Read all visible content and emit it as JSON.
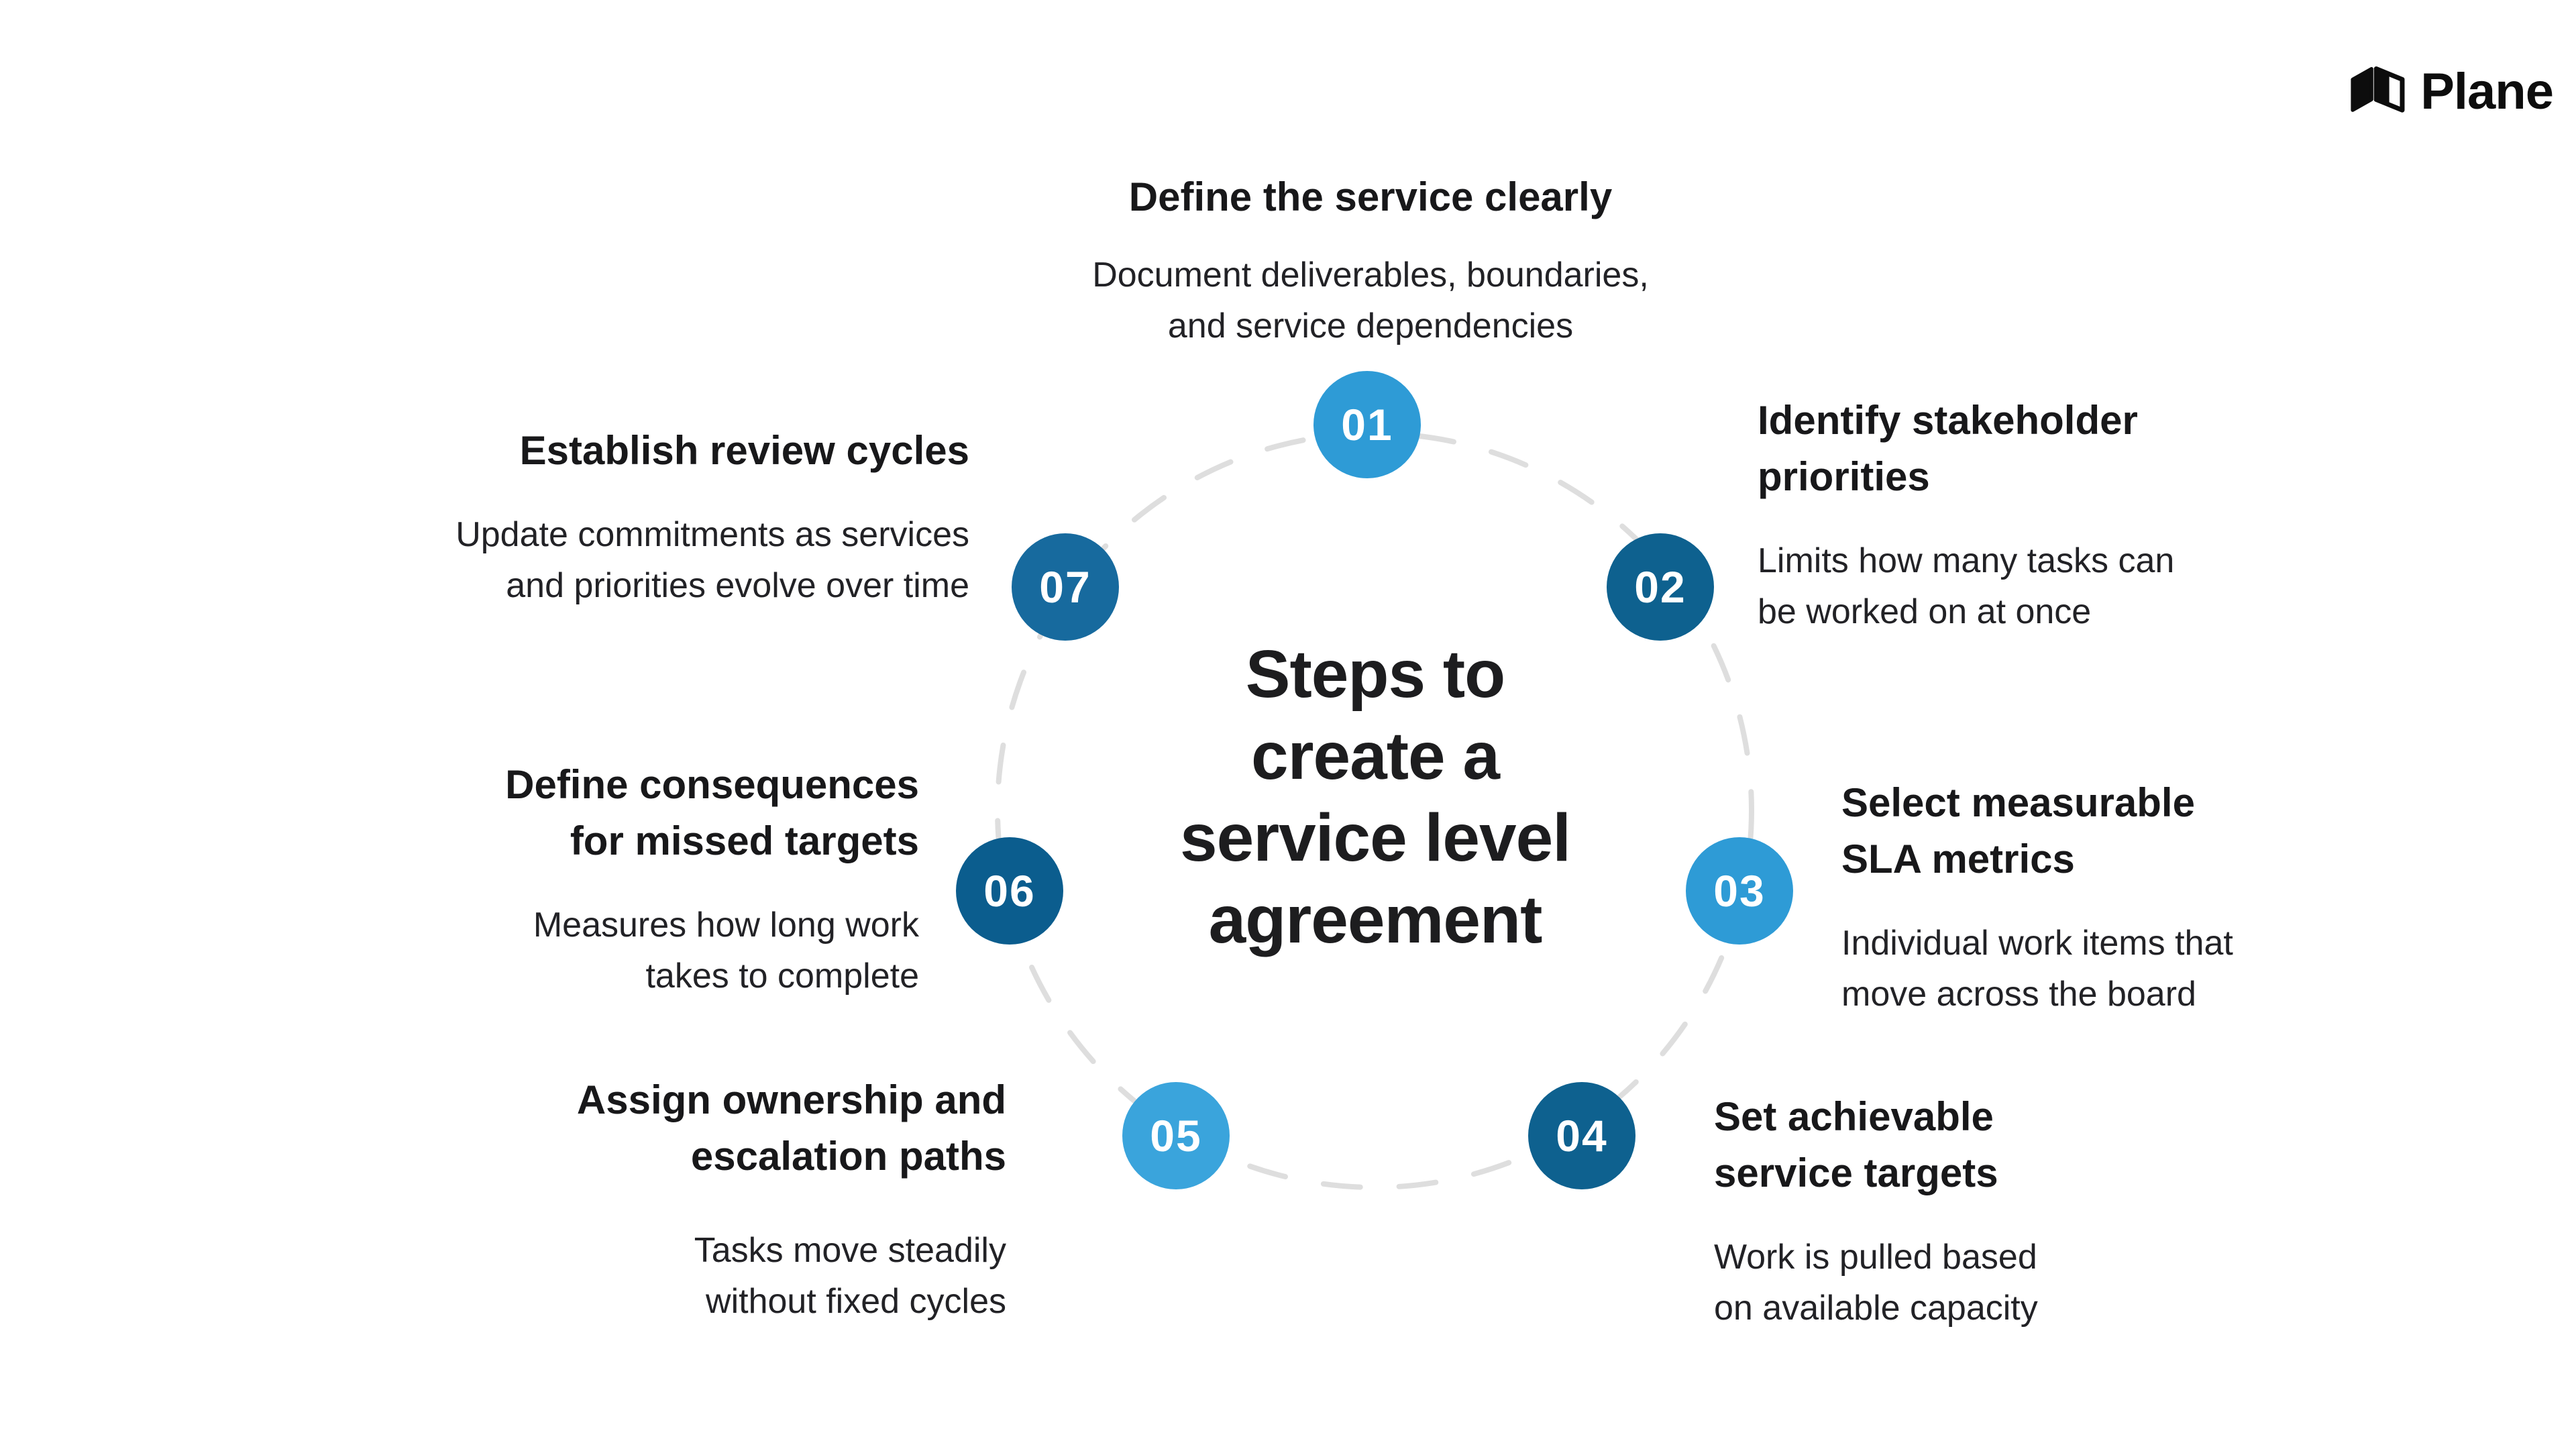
{
  "brand": {
    "name": "Plane"
  },
  "center_title": "Steps to\ncreate a\nservice level\nagreement",
  "steps": [
    {
      "number": "01",
      "title": "Define the service clearly",
      "description": "Document deliverables, boundaries,\nand service dependencies",
      "color": "#2E9BD6"
    },
    {
      "number": "02",
      "title": "Identify stakeholder\npriorities",
      "description": "Limits how many tasks can\nbe worked on at once",
      "color": "#0E618F"
    },
    {
      "number": "03",
      "title": "Select measurable\nSLA metrics",
      "description": "Individual work items that\nmove across the board",
      "color": "#2E9BD6"
    },
    {
      "number": "04",
      "title": "Set achievable\nservice targets",
      "description": "Work is pulled based\non available capacity",
      "color": "#0E618F"
    },
    {
      "number": "05",
      "title": "Assign ownership and\nescalation paths",
      "description": "Tasks move steadily\nwithout fixed cycles",
      "color": "#3AA4DC"
    },
    {
      "number": "06",
      "title": "Define consequences\nfor missed targets",
      "description": "Measures how long work\ntakes to complete",
      "color": "#0B5D8E"
    },
    {
      "number": "07",
      "title": "Establish review cycles",
      "description": "Update commitments as services\nand priorities evolve over time",
      "color": "#176A9E"
    }
  ],
  "colors": {
    "background": "#ffffff",
    "text": "#1c1c1e",
    "dashed_circle": "#dedede"
  }
}
